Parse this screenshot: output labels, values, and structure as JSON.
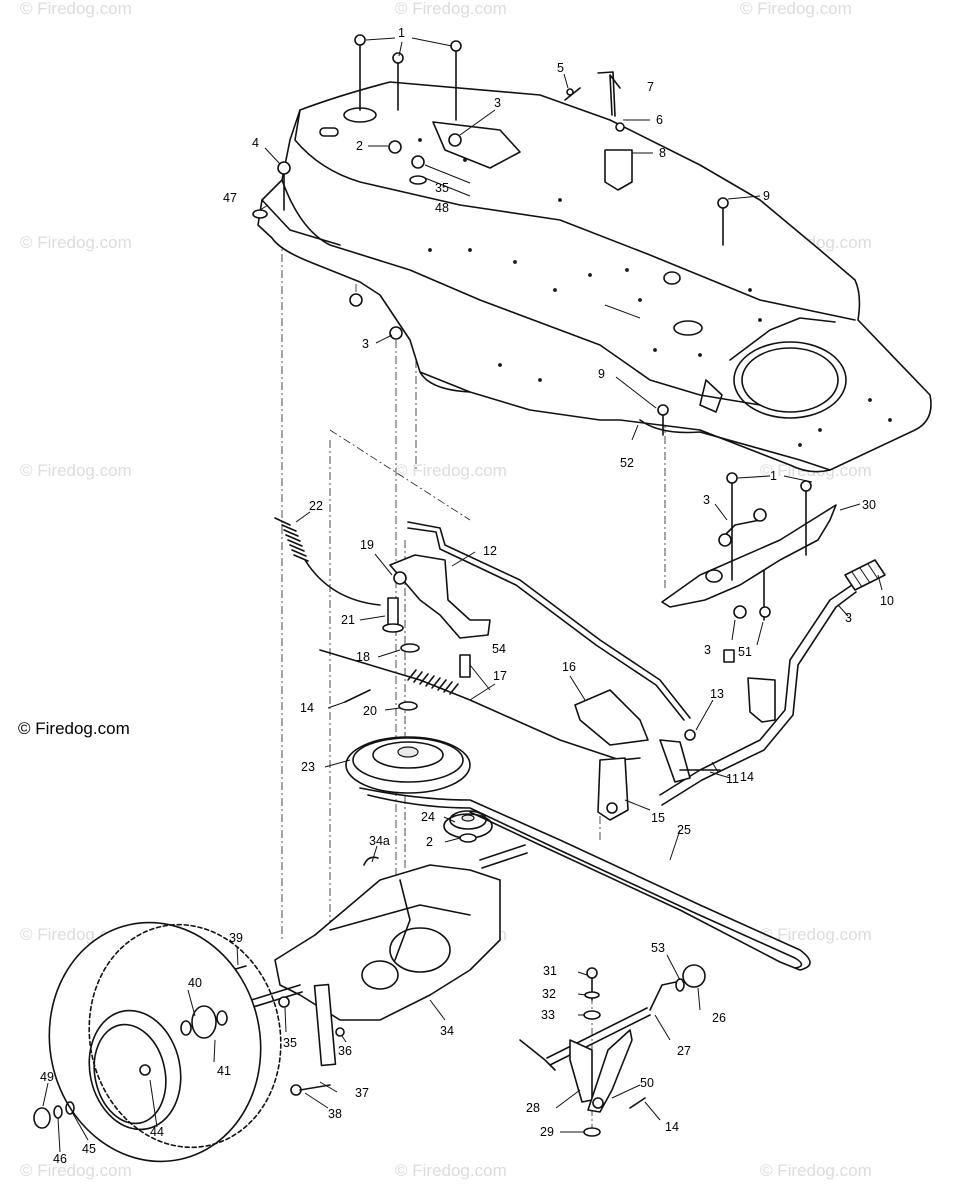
{
  "copyright": "© Firedog.com",
  "watermark": "© Firedog.com",
  "callouts": [
    {
      "id": "c1a",
      "text": "1"
    },
    {
      "id": "c1b",
      "text": "1"
    },
    {
      "id": "c2a",
      "text": "2"
    },
    {
      "id": "c2b",
      "text": "2"
    },
    {
      "id": "c3a",
      "text": "3"
    },
    {
      "id": "c3b",
      "text": "3"
    },
    {
      "id": "c3c",
      "text": "3"
    },
    {
      "id": "c3d",
      "text": "3"
    },
    {
      "id": "c3e",
      "text": "3"
    },
    {
      "id": "c4",
      "text": "4"
    },
    {
      "id": "c5",
      "text": "5"
    },
    {
      "id": "c6",
      "text": "6"
    },
    {
      "id": "c7",
      "text": "7"
    },
    {
      "id": "c8",
      "text": "8"
    },
    {
      "id": "c9a",
      "text": "9"
    },
    {
      "id": "c9b",
      "text": "9"
    },
    {
      "id": "c10",
      "text": "10"
    },
    {
      "id": "c11",
      "text": "11"
    },
    {
      "id": "c12",
      "text": "12"
    },
    {
      "id": "c13",
      "text": "13"
    },
    {
      "id": "c14a",
      "text": "14"
    },
    {
      "id": "c14b",
      "text": "14"
    },
    {
      "id": "c14c",
      "text": "14"
    },
    {
      "id": "c15",
      "text": "15"
    },
    {
      "id": "c16",
      "text": "16"
    },
    {
      "id": "c17",
      "text": "17"
    },
    {
      "id": "c18",
      "text": "18"
    },
    {
      "id": "c19",
      "text": "19"
    },
    {
      "id": "c20",
      "text": "20"
    },
    {
      "id": "c21",
      "text": "21"
    },
    {
      "id": "c22",
      "text": "22"
    },
    {
      "id": "c23",
      "text": "23"
    },
    {
      "id": "c24",
      "text": "24"
    },
    {
      "id": "c25",
      "text": "25"
    },
    {
      "id": "c26",
      "text": "26"
    },
    {
      "id": "c27",
      "text": "27"
    },
    {
      "id": "c28",
      "text": "28"
    },
    {
      "id": "c29",
      "text": "29"
    },
    {
      "id": "c30",
      "text": "30"
    },
    {
      "id": "c31",
      "text": "31"
    },
    {
      "id": "c32",
      "text": "32"
    },
    {
      "id": "c33",
      "text": "33"
    },
    {
      "id": "c34",
      "text": "34"
    },
    {
      "id": "c34a",
      "text": "34a"
    },
    {
      "id": "c35a",
      "text": "35"
    },
    {
      "id": "c35b",
      "text": "35"
    },
    {
      "id": "c36",
      "text": "36"
    },
    {
      "id": "c37",
      "text": "37"
    },
    {
      "id": "c38",
      "text": "38"
    },
    {
      "id": "c39",
      "text": "39"
    },
    {
      "id": "c40",
      "text": "40"
    },
    {
      "id": "c41",
      "text": "41"
    },
    {
      "id": "c44",
      "text": "44"
    },
    {
      "id": "c45",
      "text": "45"
    },
    {
      "id": "c46",
      "text": "46"
    },
    {
      "id": "c47",
      "text": "47"
    },
    {
      "id": "c48",
      "text": "48"
    },
    {
      "id": "c49",
      "text": "49"
    },
    {
      "id": "c50",
      "text": "50"
    },
    {
      "id": "c51",
      "text": "51"
    },
    {
      "id": "c52",
      "text": "52"
    },
    {
      "id": "c53",
      "text": "53"
    },
    {
      "id": "c54",
      "text": "54"
    }
  ]
}
